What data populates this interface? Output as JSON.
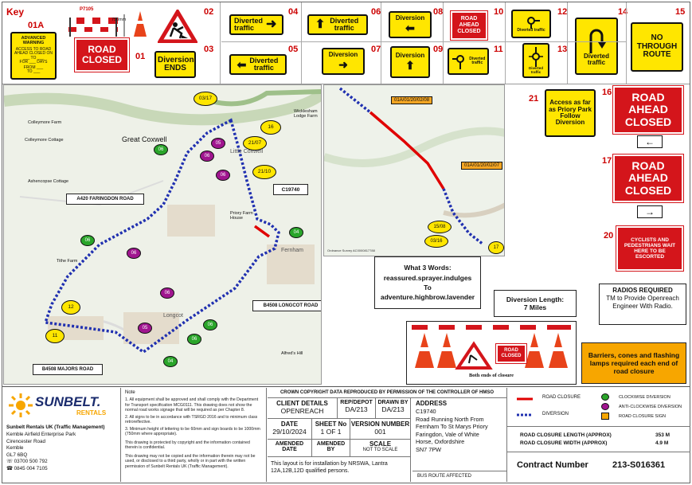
{
  "key": {
    "title": "Key",
    "sign_code": "01A"
  },
  "signs": {
    "s01a": {
      "lines": [
        "ADVANCED WARNING",
        "ACCESS TO ROAD AHEAD CLOSED ON ___ TO ___",
        "FOR ___ DAYS",
        "FROM ___",
        "TO ___"
      ]
    },
    "s01": {
      "code": "01",
      "text": "ROAD CLOSED"
    },
    "s02": {
      "code": "02",
      "panel_label": "P7105",
      "height_label": "750mm"
    },
    "s03": {
      "code": "03",
      "text": "Diversion ENDS"
    },
    "s04": {
      "code": "04",
      "text": "Diverted traffic"
    },
    "s05": {
      "code": "05",
      "text": "Diverted traffic"
    },
    "s06": {
      "code": "06",
      "text": "Diverted traffic"
    },
    "s07": {
      "code": "07",
      "text": "Diversion"
    },
    "s08": {
      "code": "08",
      "text": "Diversion"
    },
    "s09": {
      "code": "09",
      "text": "Diversion"
    },
    "s10": {
      "code": "10",
      "text": "ROAD AHEAD CLOSED"
    },
    "s11": {
      "code": "11",
      "text": "Diverted traffic"
    },
    "s12": {
      "code": "12",
      "text": "Diverted traffic"
    },
    "s13": {
      "code": "13",
      "text": "Diverted traffic"
    },
    "s14": {
      "code": "14",
      "text": "Diverted traffic"
    },
    "s15": {
      "code": "15",
      "text": "NO THROUGH ROUTE"
    }
  },
  "map_left": {
    "places": [
      "Great Coxwell",
      "Colleymore Farm",
      "Colleymore Cottage",
      "Ashencopse Cottage",
      "Little Coxwell",
      "Wicklesham Lodge Farm",
      "Priory Farm House",
      "Fernham",
      "Tithe Farm",
      "Longcot",
      "Alfred's Hill"
    ],
    "road_labels": {
      "a420": "A420 FARINGDON ROAD",
      "longcot": "B4508 LONGCOT ROAD",
      "majors": "B4508 MAJORS ROAD",
      "c19740": "C19740"
    },
    "markers_green": [
      "06",
      "06",
      "06",
      "04",
      "06",
      "04"
    ],
    "markers_magenta": [
      "05",
      "06",
      "06",
      "06",
      "06",
      "05"
    ],
    "markers_yellow": [
      "03/17",
      "16",
      "21/07",
      "21/10",
      "12",
      "11"
    ]
  },
  "map_right": {
    "callouts": [
      "01A/01/20/02/08",
      "01A/01/20/02/07"
    ],
    "markers": [
      "15/08",
      "03/16",
      "17"
    ],
    "attribution": "Ordnance Survey AC0000817788"
  },
  "what3words": {
    "title": "What 3 Words:",
    "from": "reassured.sprayer.indulges",
    "to_label": "To",
    "to": "adventure.highbrow.lavender"
  },
  "diversion_length": {
    "label": "Diversion Length:",
    "value": "7 Miles"
  },
  "closure_diagram": {
    "caption": "Both ends of closure",
    "sign_text": "ROAD CLOSED"
  },
  "right_signs": {
    "s21": {
      "code": "21",
      "text": "Access as far as Priory Park Follow Diversion"
    },
    "s16": {
      "code": "16",
      "text": "ROAD AHEAD CLOSED",
      "arrow": "←"
    },
    "s17": {
      "code": "17",
      "text": "ROAD AHEAD CLOSED",
      "arrow": "→"
    },
    "s20": {
      "code": "20",
      "text": "CYCLISTS AND PEDESTRIANS WAIT HERE TO BE ESCORTED"
    }
  },
  "radios": {
    "title": "RADIOS REQUIRED",
    "body": "TM to Provide Openreach Engineer With Radio."
  },
  "barriers_note": "Barriers, cones and flashing lamps required each end of road closure",
  "title_block": {
    "company": "Sunbelt Rentals UK (Traffic Management)",
    "address": [
      "Kemble Airfield Enterprise Park",
      "Cirencester Road",
      "Kemble",
      "GL7 6BQ",
      "☏ 03700 500 792",
      "☎ 0845 004 7105"
    ],
    "logo_word": "SUNBELT.",
    "logo_sub": "RENTALS",
    "note_heading": "Note",
    "notes": [
      "1. All equipment shall be approved and shall comply with the Department for Transport specification MCG0111. This drawing does not show the normal road works signage that will be required as per Chapter 8.",
      "2. All signs to be in accordance with TSRGD 2016 and to minimum class retroreflective.",
      "3. Minimum height of lettering to be 60mm and sign boards to be 1000mm (750mm where appropriate).",
      "This drawing is protected by copyright and the information contained therein is confidential.",
      "This drawing may not be copied and the information therein may not be used, or disclosed to a third party, wholly or in part with the written permission of Sunbelt Rentals UK (Traffic Management)."
    ],
    "crown": "CROWN COPYRIGHT DATA REPRODUCED BY PERMISSION OF THE CONTROLLER OF HMSO",
    "client_label": "CLIENT DETAILS",
    "client": "OPENREACH",
    "depot_label": "REP/DEPOT",
    "depot": "DA/213",
    "drawn_label": "DRAWN BY",
    "drawn": "DA/213",
    "date_label": "DATE",
    "date": "29/10/2024",
    "sheet_label": "SHEET No",
    "sheet": "1 OF 1",
    "version_label": "VERSION NUMBER",
    "version": "001",
    "amended_date_label": "AMENDED DATE",
    "amended_by_label": "AMENDED BY",
    "scale_label": "SCALE",
    "scale": "NOT TO SCALE",
    "layout_note": "This layout is for installation by NRSWA, Lantra 12A,12B,12D qualified persons.",
    "address_label": "ADDRESS",
    "site_address": [
      "C19740",
      "Road Running North From",
      "Fernham To St Marys Priory",
      "Faringdon, Vale of White",
      "Horse, Oxfordshire",
      "SN7 7PW"
    ],
    "bus_route": "BUS ROUTE AFFECTED",
    "legend": {
      "road_closure": "ROAD CLOSURE",
      "diversion": "DIVERSION",
      "clockwise": "CLOCKWISE DIVERSION",
      "anti": "ANTI-CLOCKWISE DIVERSION",
      "sign": "ROAD CLOSURE SIGN"
    },
    "length_label": "ROAD CLOSURE LENGTH (APPROX)",
    "length": "353 M",
    "width_label": "ROAD CLOSURE WIDTH (APPROX)",
    "width": "4.9 M",
    "contract_label": "Contract Number",
    "contract": "213-S016361"
  },
  "colors": {
    "sign_yellow": "#ffe600",
    "sign_red": "#d4151b",
    "diversion_blue": "#2030b0",
    "closure_red": "#e00000",
    "marker_green": "#2aa52a",
    "marker_magenta": "#a0158f",
    "marker_yellow": "#ffe600"
  }
}
